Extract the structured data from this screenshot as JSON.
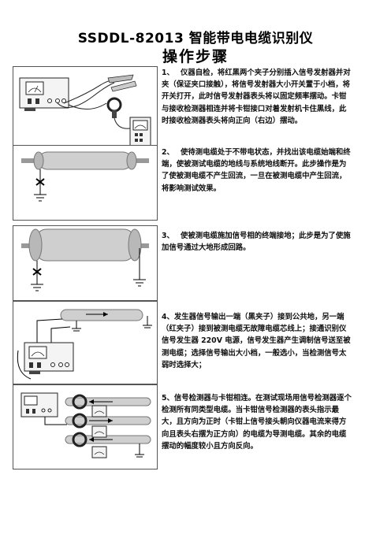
{
  "document": {
    "title": "SSDDL-82013 智能带电电缆识别仪",
    "subtitle": "操作步骤"
  },
  "steps": [
    {
      "number": "1、",
      "text": "仪器自检，将红黑两个夹子分别插入信号发射器并对夹（保证夹口接触），将信号发射器大小开关置于小档，将开关打开，此时信号发射器表头将以固定频率摆动。卡钳与接收检测器相连并将卡钳接口对着发射机卡住黑线，此时接收检测器表头将向正向（右边）摆动。"
    },
    {
      "number": "2、",
      "text": "使待测电缆处于不带电状态，并找出该电缆始端和终端，使被测试电缆的地线与系统地线断开。此步操作是为了使被测电缆不产生回流，一旦在被测电缆中产生回流，将影响测试效果。"
    },
    {
      "number": "3、",
      "text": "使被测电缆施加信号相的终端接地；此步是为了使施加信号通过大地形成回路。"
    },
    {
      "number": "4、",
      "text": "发生器信号输出一端（黑夹子）接到公共地，另一端（红夹子）接到被测电缆无故障电缆芯线上；接通识别仪信号发生器 220V 电源，信号发生器产生调制信号送至被测电缆；选择信号输出大小档，一般选小，当检测信号太弱时选择大；"
    },
    {
      "number": "5、",
      "text": "信号检测器与卡钳相连。在测试现场用信号检测器逐个检测所有同类型电缆。当卡钳信号检测器的表头指示最大，且方向为正时（卡钳上信号接头朝向仪器电流来得方向且表头右摆为正方向）的电缆为导测电缆。其余的电缆摆动的幅度较小且方向反向。"
    }
  ],
  "colors": {
    "cable": "#c7c7c7",
    "cable_dark": "#9a9a9a",
    "ground_cross": "#000000"
  }
}
